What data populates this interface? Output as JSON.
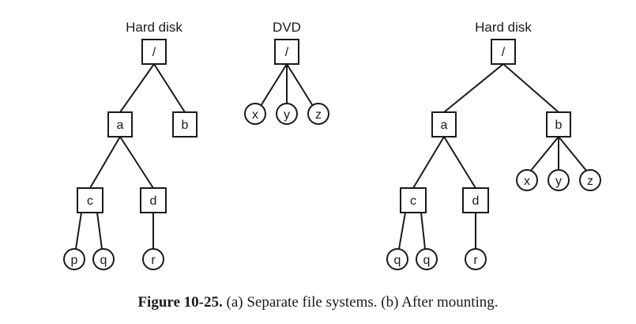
{
  "titles": {
    "hard_disk_a": "Hard disk",
    "dvd": "DVD",
    "hard_disk_b": "Hard disk"
  },
  "trees": {
    "a": {
      "root": "/",
      "dir_a": "a",
      "dir_b": "b",
      "dir_c": "c",
      "dir_d": "d",
      "file_p": "p",
      "file_q": "q",
      "file_r": "r"
    },
    "dvd": {
      "root": "/",
      "file_x": "x",
      "file_y": "y",
      "file_z": "z"
    },
    "b": {
      "root": "/",
      "dir_a": "a",
      "dir_b": "b",
      "dir_c": "c",
      "dir_d": "d",
      "file_q1": "q",
      "file_q2": "q",
      "file_r": "r",
      "file_x": "x",
      "file_y": "y",
      "file_z": "z"
    }
  },
  "caption": {
    "label": "Figure 10-25.",
    "text": "(a) Separate file systems. (b) After mounting."
  }
}
